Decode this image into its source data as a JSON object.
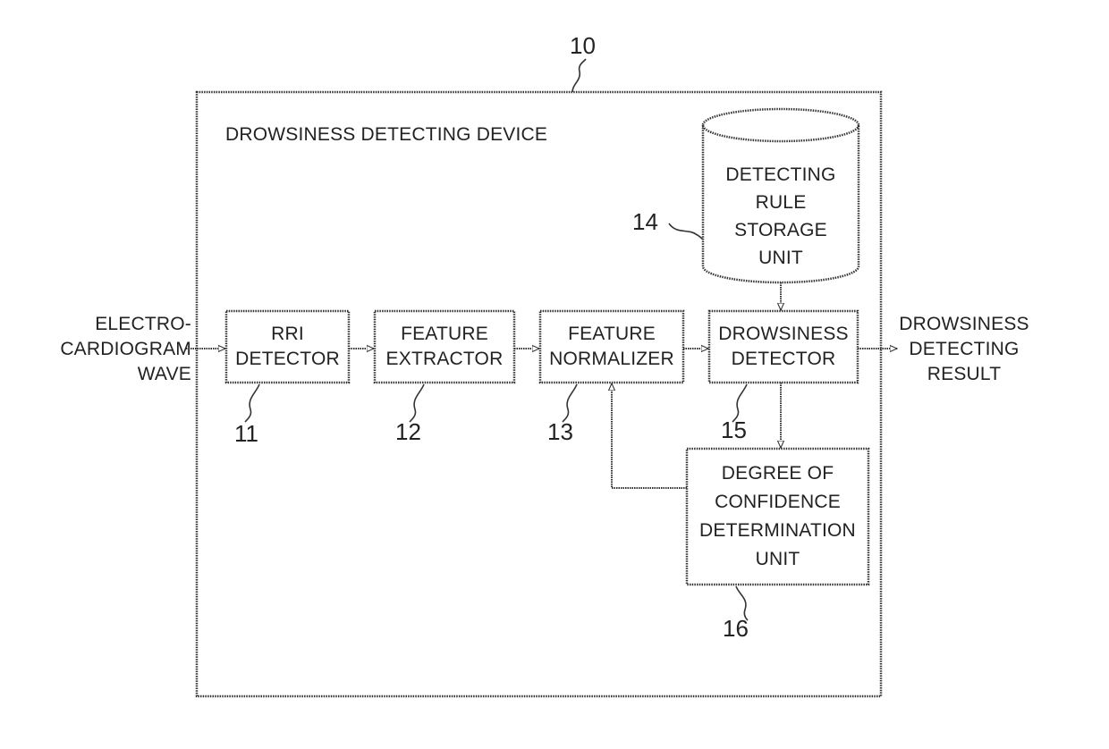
{
  "device": {
    "ref": "10",
    "title": "DROWSINESS DETECTING DEVICE"
  },
  "input": {
    "lines": [
      "ELECTRO-",
      "CARDIOGRAM",
      "WAVE"
    ]
  },
  "output": {
    "lines": [
      "DROWSINESS",
      "DETECTING",
      "RESULT"
    ]
  },
  "blocks": {
    "rri": {
      "ref": "11",
      "lines": [
        "RRI",
        "DETECTOR"
      ]
    },
    "extractor": {
      "ref": "12",
      "lines": [
        "FEATURE",
        "EXTRACTOR"
      ]
    },
    "normalizer": {
      "ref": "13",
      "lines": [
        "FEATURE",
        "NORMALIZER"
      ]
    },
    "storage": {
      "ref": "14",
      "lines": [
        "DETECTING",
        "RULE",
        "STORAGE",
        "UNIT"
      ]
    },
    "detector": {
      "ref": "15",
      "lines": [
        "DROWSINESS",
        "DETECTOR"
      ]
    },
    "confidence": {
      "ref": "16",
      "lines": [
        "DEGREE OF",
        "CONFIDENCE",
        "DETERMINATION",
        "UNIT"
      ]
    }
  }
}
